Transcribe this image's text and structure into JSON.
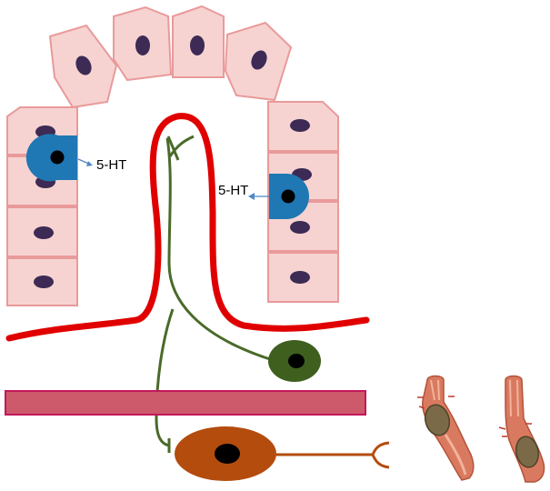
{
  "labels": {
    "serotonin_left": "5-HT",
    "serotonin_right": "5-HT"
  },
  "colors": {
    "epithelial_fill": "#f6d3d1",
    "epithelial_stroke": "#e99a9a",
    "nucleus": "#3d2b55",
    "ec_cell": "#1f78b4",
    "mucosa_line": "#e00000",
    "nerve_fiber": "#4a6a2a",
    "sensory_neuron": "#3f5f1e",
    "motor_neuron": "#b44c0e",
    "muscle_layer": "#cc5a6a",
    "muscle_border": "#c2185b",
    "intestine": "#d97a60"
  },
  "icons": {
    "peristalsis_1": "intestine-segment-contracting",
    "peristalsis_2": "intestine-segment-propelling"
  }
}
